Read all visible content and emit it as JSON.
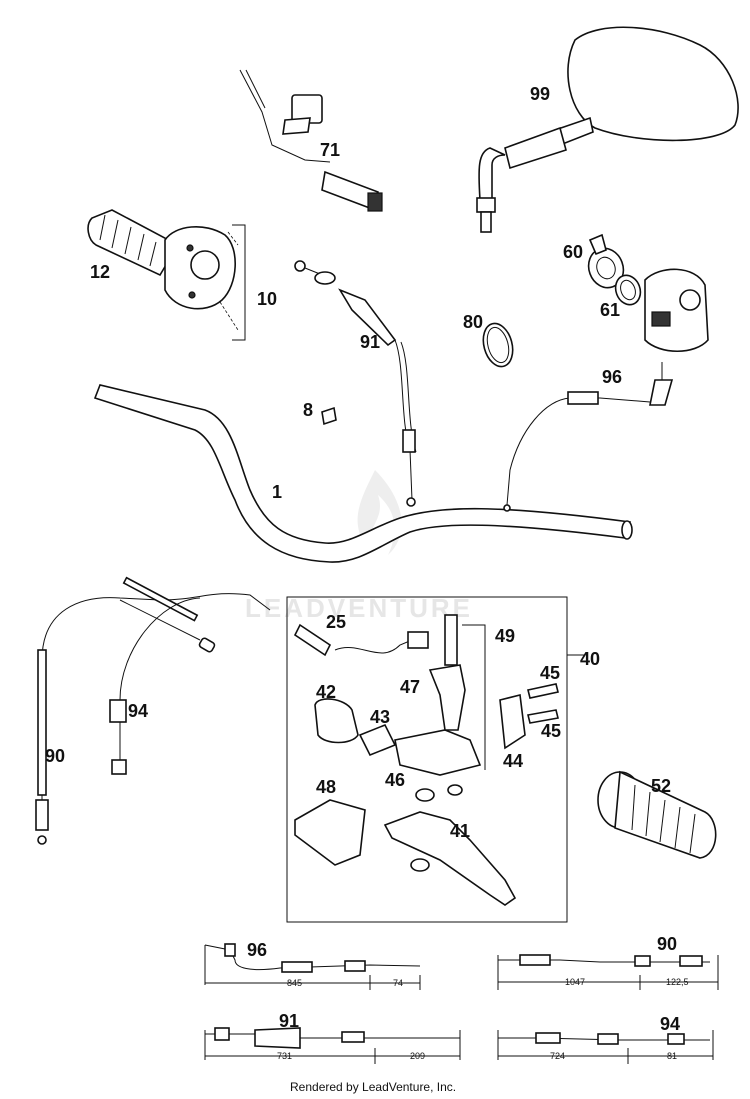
{
  "watermark": "LEADVENTURE",
  "credit": "Rendered by LeadVenture, Inc.",
  "callouts": {
    "c1": "1",
    "c8": "8",
    "c10": "10",
    "c12": "12",
    "c25": "25",
    "c40": "40",
    "c41": "41",
    "c42": "42",
    "c43": "43",
    "c44": "44",
    "c45a": "45",
    "c45b": "45",
    "c46": "46",
    "c47": "47",
    "c48": "48",
    "c49": "49",
    "c52": "52",
    "c60": "60",
    "c61": "61",
    "c71": "71",
    "c80": "80",
    "c90": "90",
    "c91": "91",
    "c94": "94",
    "c96": "96",
    "c99": "99"
  },
  "cable_details": {
    "d96": {
      "label": "96",
      "dims": [
        "845",
        "74"
      ]
    },
    "d90": {
      "label": "90",
      "dims": [
        "1047",
        "122,5"
      ]
    },
    "d91": {
      "label": "91",
      "dims": [
        "731",
        "209"
      ]
    },
    "d94": {
      "label": "94",
      "dims": [
        "724",
        "81"
      ]
    }
  }
}
